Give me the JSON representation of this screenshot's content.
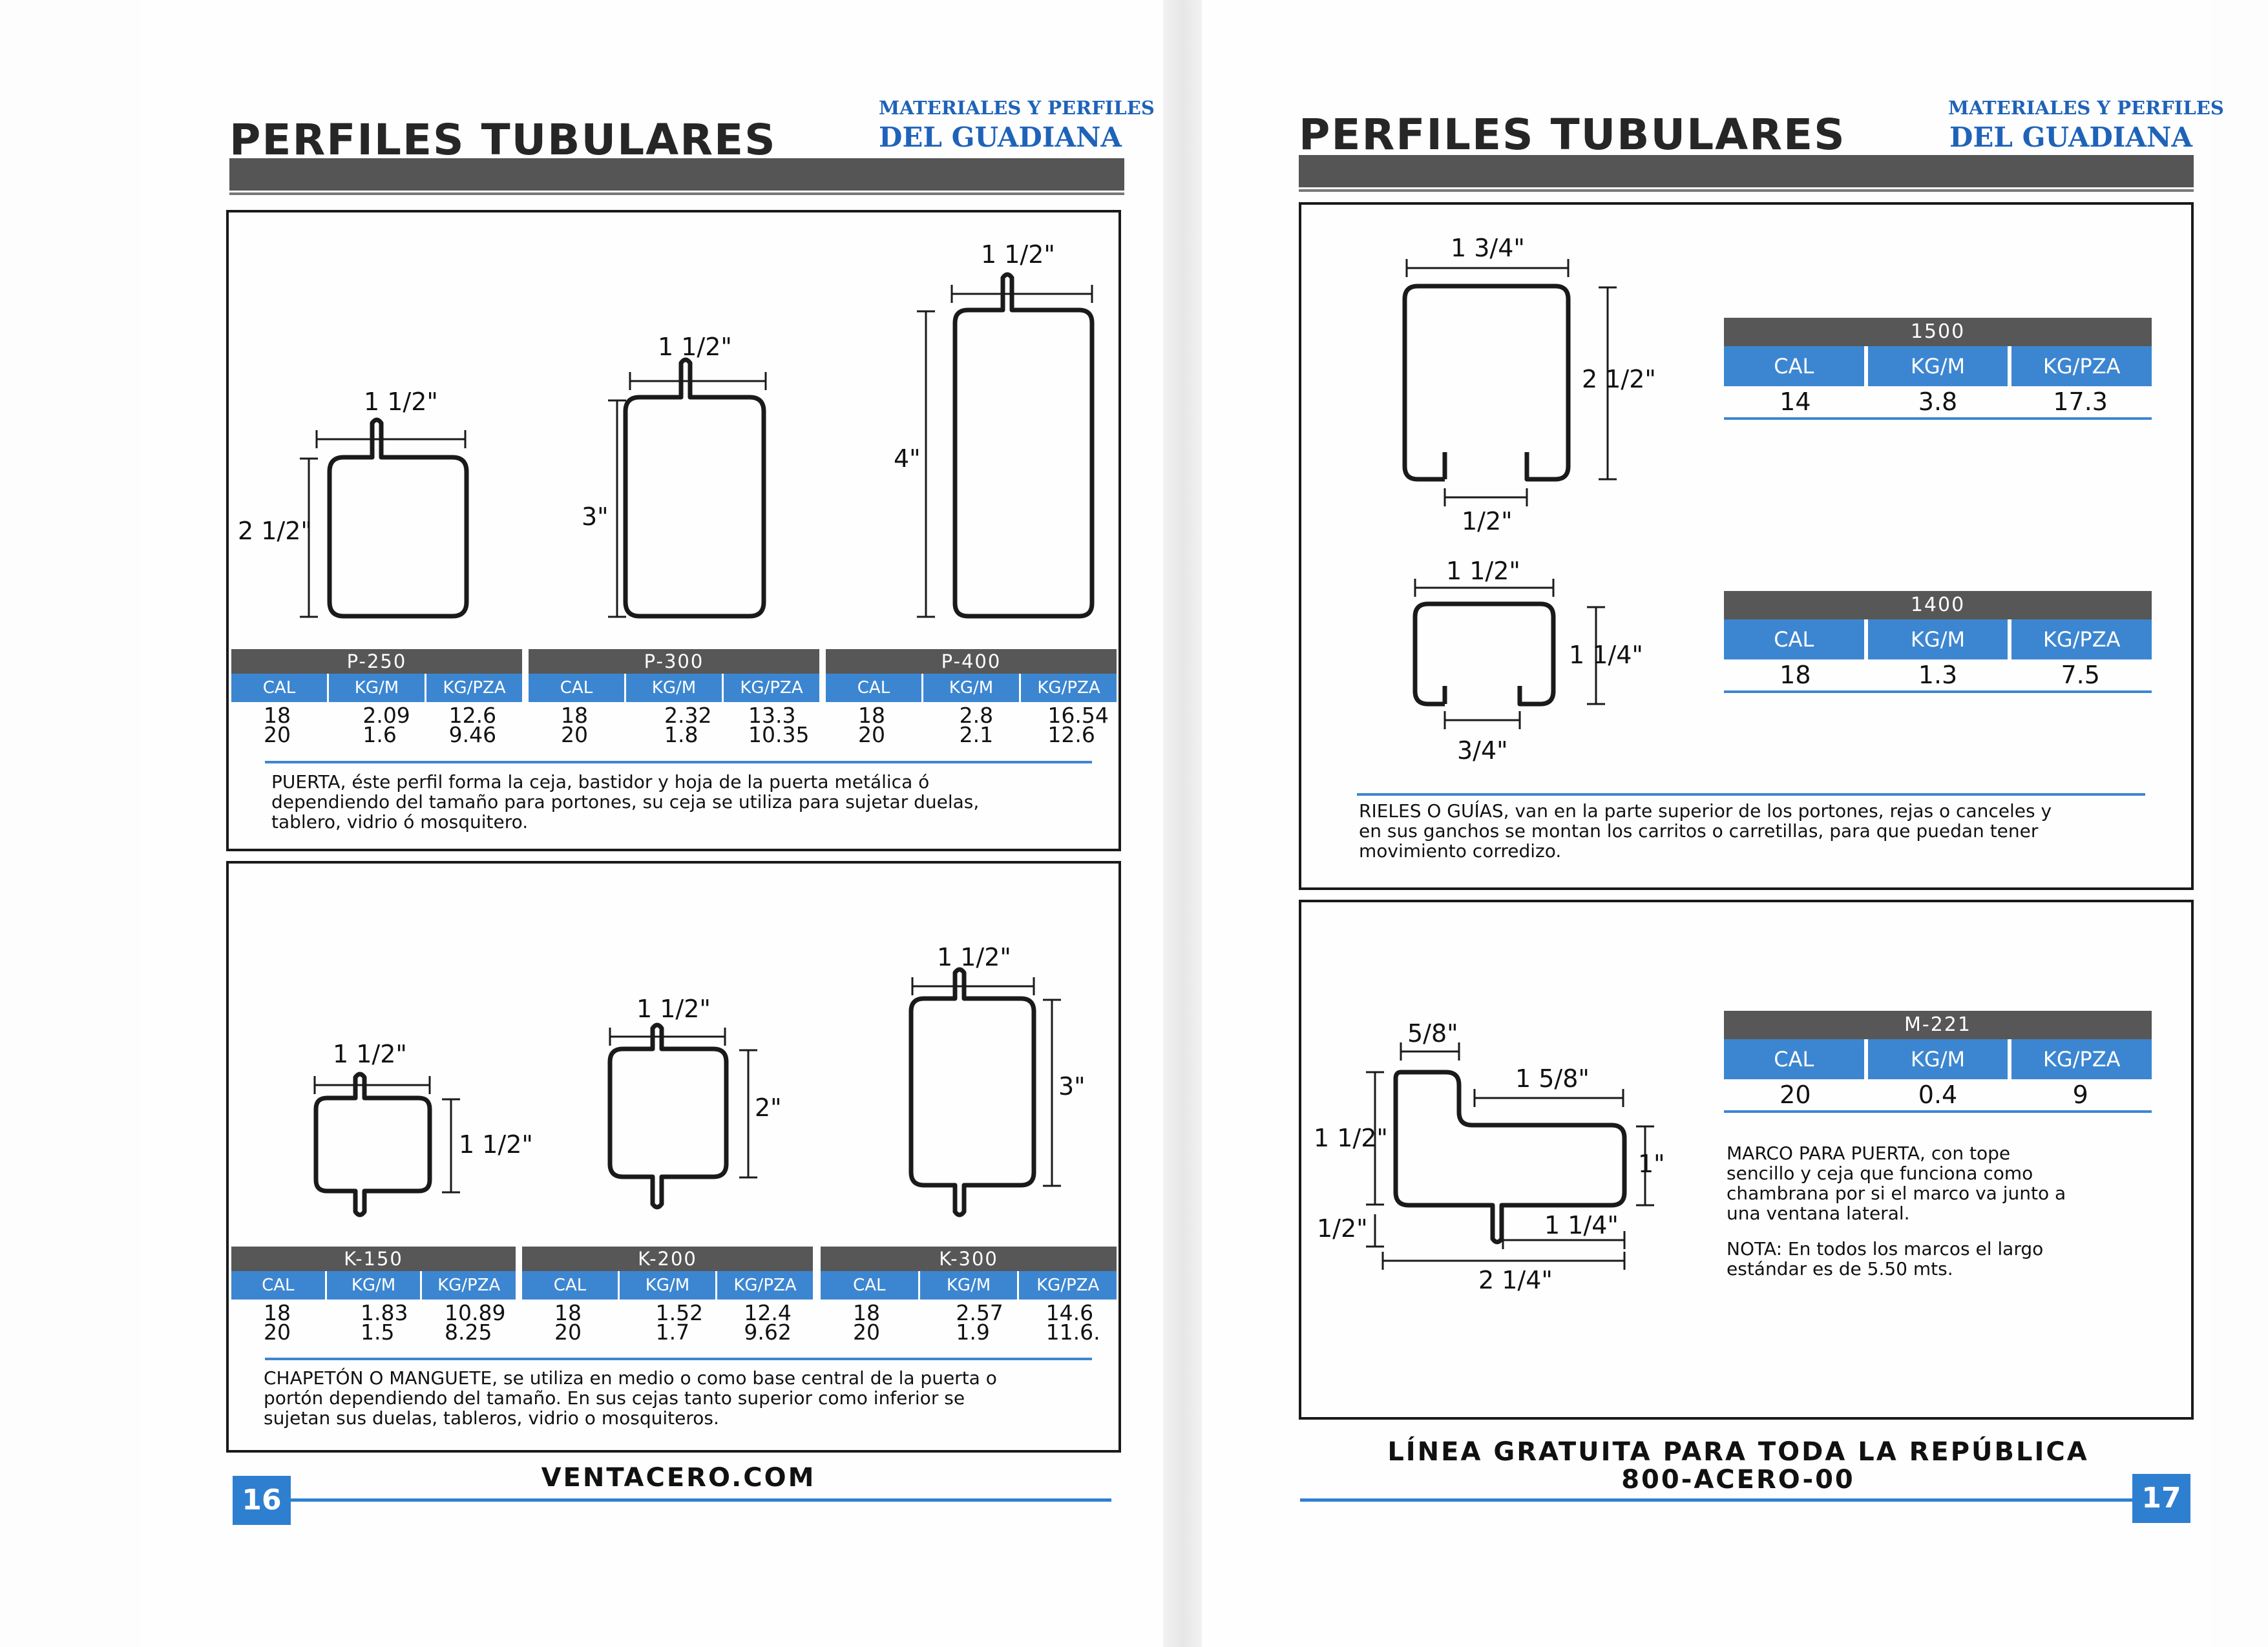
{
  "header": {
    "title": "PERFILES TUBULARES",
    "brand_line1": "MATERIALES Y PERFILES",
    "brand_line2": "DEL GUADIANA"
  },
  "columns": [
    "CAL",
    "KG/M",
    "KG/PZA"
  ],
  "left_page": {
    "page_number": "16",
    "footer": "VENTACERO.COM",
    "panel1": {
      "dims": {
        "p250_width": "1 1/2\"",
        "p250_height": "2 1/2\"",
        "p300_width": "1 1/2\"",
        "p300_height": "3\"",
        "p400_width": "1 1/2\"",
        "p400_height": "4\""
      },
      "tables": [
        {
          "name": "P-250",
          "rows": [
            [
              "18",
              "2.09",
              "12.6"
            ],
            [
              "20",
              "1.6",
              "9.46"
            ]
          ]
        },
        {
          "name": "P-300",
          "rows": [
            [
              "18",
              "2.32",
              "13.3"
            ],
            [
              "20",
              "1.8",
              "10.35"
            ]
          ]
        },
        {
          "name": "P-400",
          "rows": [
            [
              "18",
              "2.8",
              "16.54"
            ],
            [
              "20",
              "2.1",
              "12.6"
            ]
          ]
        }
      ],
      "description": "PUERTA, éste perfil forma la ceja, bastidor y hoja de la puerta metálica ó\ndependiendo del tamaño para portones, su ceja se utiliza para sujetar duelas,\ntablero, vidrio ó mosquitero."
    },
    "panel2": {
      "dims": {
        "k150_width": "1 1/2\"",
        "k150_height": "1 1/2\"",
        "k200_width": "1 1/2\"",
        "k200_height": "2\"",
        "k300_width": "1 1/2\"",
        "k300_height": "3\""
      },
      "tables": [
        {
          "name": "K-150",
          "rows": [
            [
              "18",
              "1.83",
              "10.89"
            ],
            [
              "20",
              "1.5",
              "8.25"
            ]
          ]
        },
        {
          "name": "K-200",
          "rows": [
            [
              "18",
              "1.52",
              "12.4"
            ],
            [
              "20",
              "1.7",
              "9.62"
            ]
          ]
        },
        {
          "name": "K-300",
          "rows": [
            [
              "18",
              "2.57",
              "14.6"
            ],
            [
              "20",
              "1.9",
              "11.6."
            ]
          ]
        }
      ],
      "description": "CHAPETÓN O MANGUETE, se utiliza en medio o como base central de la puerta o\nportón dependiendo del tamaño. En sus cejas tanto superior como inferior se\nsujetan sus duelas, tableros, vidrio o mosquiteros."
    }
  },
  "right_page": {
    "page_number": "17",
    "footer_line1": "LÍNEA GRATUITA PARA TODA LA REPÚBLICA",
    "footer_line2": "800-ACERO-00",
    "panel1": {
      "dims": {
        "r1500_width": "1 3/4\"",
        "r1500_height": "2 1/2\"",
        "r1500_gap": "1/2\"",
        "r1400_width": "1 1/2\"",
        "r1400_height": "1 1/4\"",
        "r1400_gap": "3/4\""
      },
      "tables": [
        {
          "name": "1500",
          "rows": [
            [
              "14",
              "3.8",
              "17.3"
            ]
          ]
        },
        {
          "name": "1400",
          "rows": [
            [
              "18",
              "1.3",
              "7.5"
            ]
          ]
        }
      ],
      "description": "RIELES O GUÍAS, van en la parte superior de los portones, rejas o canceles y\nen sus ganchos se montan los carritos o carretillas, para que puedan tener\nmovimiento corredizo."
    },
    "panel2": {
      "dims": {
        "m221_top": "5/8\"",
        "m221_step": "1 5/8\"",
        "m221_left_height": "1 1/2\"",
        "m221_right_height": "1\"",
        "m221_bottom_left": "1/2\"",
        "m221_bottom_step": "1 1/4\"",
        "m221_total_width": "2 1/4\""
      },
      "tables": [
        {
          "name": "M-221",
          "rows": [
            [
              "20",
              "0.4",
              "9"
            ]
          ]
        }
      ],
      "description": "MARCO PARA PUERTA, con tope\nsencillo y ceja que funciona como\nchambrana por si el marco va junto a\nuna ventana lateral.",
      "note": "NOTA: En todos los marcos el largo\nestándar es de 5.50 mts."
    }
  }
}
